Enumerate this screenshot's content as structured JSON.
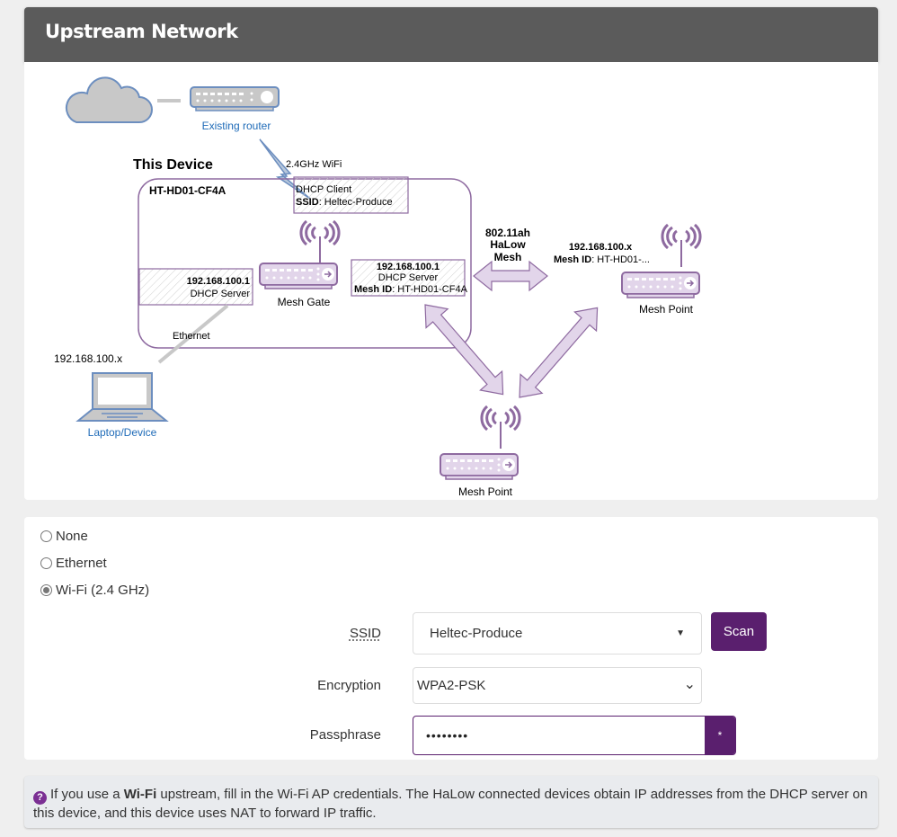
{
  "header": {
    "title": "Upstream Network"
  },
  "diagram": {
    "existing_router_label": "Existing router",
    "this_device_label": "This Device",
    "wifi_link_label": "2.4GHz WiFi",
    "device_name": "HT-HD01-CF4A",
    "dhcp_client_line1": "DHCP Client",
    "dhcp_client_ssid_key": "SSID",
    "dhcp_client_ssid_val": ": Heltec-Produce",
    "eth_dhcp_ip": "192.168.100.1",
    "eth_dhcp_role": "DHCP Server",
    "mesh_gate_label": "Mesh Gate",
    "mesh_dhcp_ip": "192.168.100.1",
    "mesh_dhcp_role": "DHCP Server",
    "mesh_id_key": "Mesh ID",
    "mesh_id_val": ": HT-HD01-CF4A",
    "ethernet_label": "Ethernet",
    "laptop_ip": "192.168.100.x",
    "laptop_label": "Laptop/Device",
    "halow_line1": "802.11ah",
    "halow_line2": "HaLow",
    "halow_line3": "Mesh",
    "mesh_point_ip": "192.168.100.x",
    "mesh_point_id_key": "Mesh ID",
    "mesh_point_id_val": ": HT-HD01-...",
    "mesh_point_right_label": "Mesh Point",
    "mesh_point_bottom_label": "Mesh Point"
  },
  "form": {
    "upstream_options": [
      {
        "label": "None",
        "checked": false
      },
      {
        "label": "Ethernet",
        "checked": false
      },
      {
        "label": "Wi-Fi (2.4 GHz)",
        "checked": true
      }
    ],
    "ssid": {
      "label": "SSID",
      "value": "Heltec-Produce",
      "caret": "▼"
    },
    "scan_label": "Scan",
    "encryption": {
      "label": "Encryption",
      "value": "WPA2-PSK",
      "caret": "⌄"
    },
    "passphrase": {
      "label": "Passphrase",
      "value": "••••••••",
      "toggle": "*"
    }
  },
  "note": {
    "icon": "?",
    "prefix": "If you use a ",
    "bold": "Wi-Fi",
    "rest": " upstream, fill in the Wi-Fi AP credentials. The HaLow connected devices obtain IP addresses from the DHCP server on this device, and this device uses NAT to forward IP traffic."
  },
  "colors": {
    "header_bg": "#5b5b5b",
    "accent": "#5a1f6e",
    "diagram_purple": "#8e6aa0",
    "diagram_purple_fill": "#e2d5ea",
    "diagram_blue": "#6c8ebf",
    "link_blue": "#1f6bb8"
  }
}
